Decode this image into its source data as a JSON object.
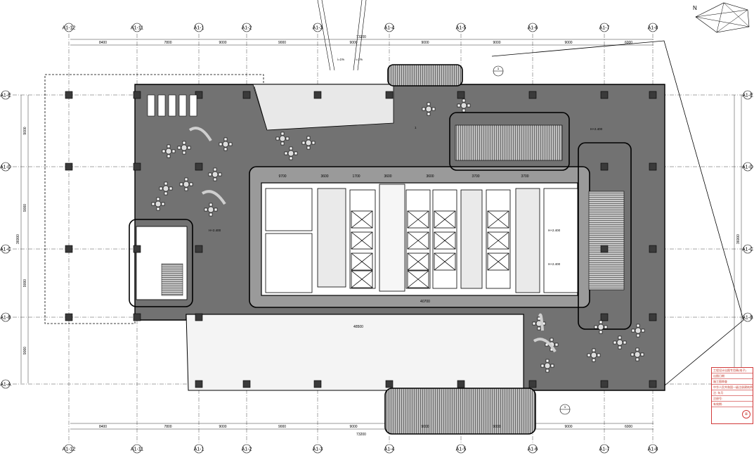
{
  "north_label": "N",
  "grid_cols_top": [
    "A1-12",
    "A1-11",
    "A1-1",
    "A1-2",
    "A1-3",
    "A1-4",
    "A1-5",
    "A1-6",
    "A1-7",
    "A1-8"
  ],
  "grid_cols_bottom": [
    "A1-12",
    "A1-11",
    "A1-1",
    "A1-2",
    "A1-3",
    "A1-4",
    "A1-5",
    "A1-6",
    "A1-7",
    "A1-8"
  ],
  "grid_rows": [
    "A1-E",
    "A1-D",
    "A1-C",
    "A1-B",
    "A1-A"
  ],
  "dims_top": [
    "8400",
    "7800",
    "9000",
    "9000",
    "9000",
    "9000",
    "9000",
    "9000",
    "6000"
  ],
  "dims_top_total": "73200",
  "dims_bottom": [
    "8400",
    "7800",
    "9000",
    "9000",
    "9000",
    "9000",
    "9000",
    "9000",
    "6000"
  ],
  "dims_bottom_total": "73200",
  "dims_left": [
    "9000",
    "9000",
    "9000",
    "9000"
  ],
  "dims_left_total": "36000",
  "dims_right_total": "36000",
  "core_dims": [
    "9700",
    "3600",
    "1700",
    "3600",
    "3600",
    "3700",
    "3700"
  ],
  "core_total": "40700",
  "annex_total": "48500",
  "slope_labels": [
    "i=1%",
    "i=1%"
  ],
  "section_marks": [
    "1",
    "1",
    "1"
  ],
  "level_notes": [
    "H+2.400",
    "H+2.400",
    "H+2.400",
    "H+2.400"
  ],
  "stamp": {
    "rows": [
      "工程设计出图专用章(电子)",
      "出图日期",
      "施工图审查",
      "中华人民共和国一级注册建筑师",
      "注: 年月",
      "注册号:",
      "有效期:"
    ],
    "seal": "章"
  }
}
